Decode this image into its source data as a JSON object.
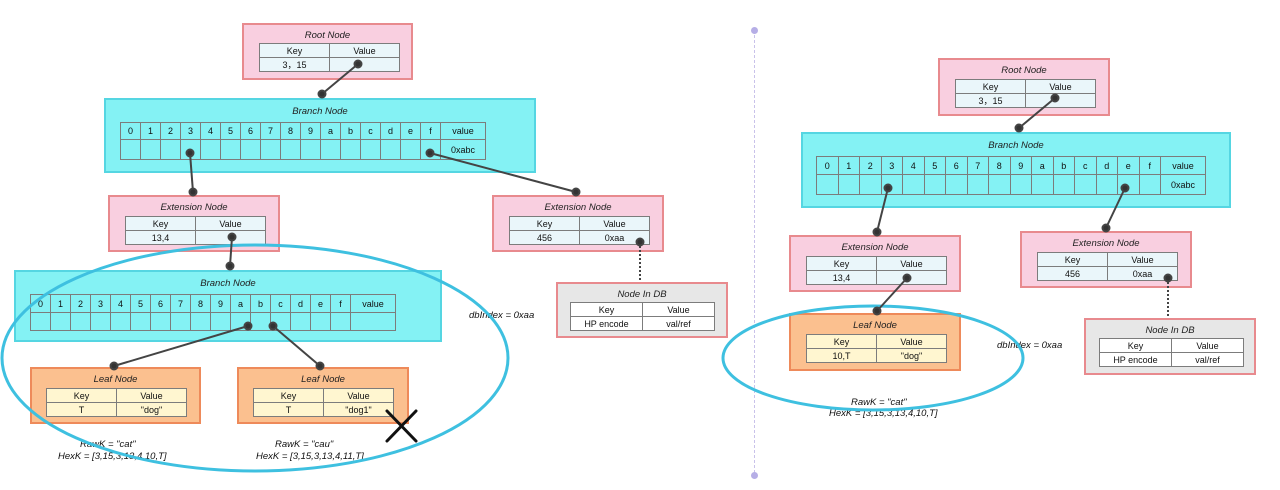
{
  "headers": {
    "key": "Key",
    "value": "Value"
  },
  "branch_labels": [
    "0",
    "1",
    "2",
    "3",
    "4",
    "5",
    "6",
    "7",
    "8",
    "9",
    "a",
    "b",
    "c",
    "d",
    "e",
    "f",
    "value"
  ],
  "left": {
    "root": {
      "title": "Root Node",
      "key": "3，15",
      "value": ""
    },
    "branch1": {
      "title": "Branch Node",
      "value_cell": "0xabc"
    },
    "ext1": {
      "title": "Extension Node",
      "key": "13,4",
      "value": ""
    },
    "ext2": {
      "title": "Extension Node",
      "key": "456",
      "value": "0xaa"
    },
    "db": {
      "title": "Node In DB",
      "key": "HP encode",
      "value": "val/ref"
    },
    "db_label": "dbIndex = 0xaa",
    "branch2": {
      "title": "Branch Node"
    },
    "leaf1": {
      "title": "Leaf Node",
      "key": "T",
      "value": "\"dog\""
    },
    "leaf2": {
      "title": "Leaf Node",
      "key": "T",
      "value": "\"dog1\""
    },
    "raw1": "RawK = \"cat\"",
    "hex1": "HexK = [3,15,3,13,4,10,T]",
    "raw2": "RawK = \"cau\"",
    "hex2": "HexK = [3,15,3,13,4,11,T]"
  },
  "right": {
    "root": {
      "title": "Root Node",
      "key": "3，15",
      "value": ""
    },
    "branch1": {
      "title": "Branch Node",
      "value_cell": "0xabc"
    },
    "ext1": {
      "title": "Extension Node",
      "key": "13,4",
      "value": ""
    },
    "ext2": {
      "title": "Extension Node",
      "key": "456",
      "value": "0xaa"
    },
    "db": {
      "title": "Node In DB",
      "key": "HP encode",
      "value": "val/ref"
    },
    "db_label": "dbIndex = 0xaa",
    "leaf1": {
      "title": "Leaf Node",
      "key": "10,T",
      "value": "\"dog\""
    },
    "raw1": "RawK = \"cat\"",
    "hex1": "HexK = [3,15,3,13,4,10,T]"
  },
  "colors": {
    "circle": "#3ec0e0",
    "connector": "#444444",
    "pink": "#f9cfe0",
    "cyan": "#84f2f4",
    "orange": "#fbc08f",
    "gray": "#e7e7e7"
  },
  "icons": {
    "delete_mark": "x-mark-icon"
  }
}
